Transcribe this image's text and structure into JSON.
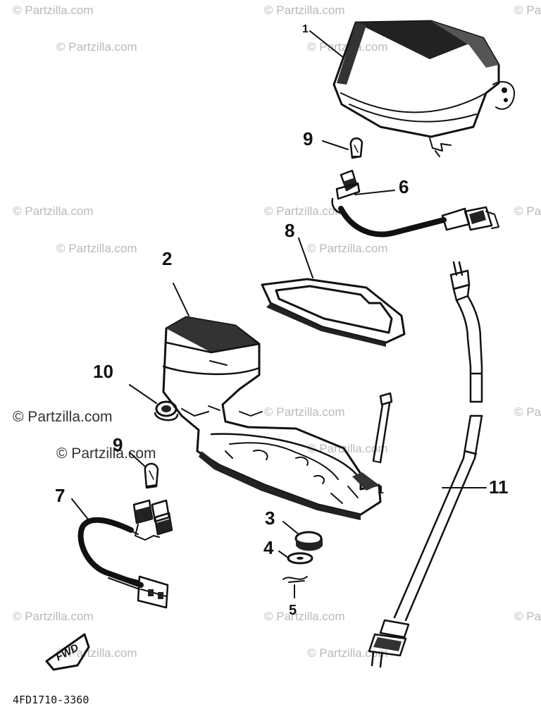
{
  "diagram": {
    "callouts": [
      {
        "id": "c1",
        "label": "1"
      },
      {
        "id": "c9a",
        "label": "9"
      },
      {
        "id": "c6",
        "label": "6"
      },
      {
        "id": "c8",
        "label": "8"
      },
      {
        "id": "c2",
        "label": "2"
      },
      {
        "id": "c10",
        "label": "10"
      },
      {
        "id": "c9b",
        "label": "9"
      },
      {
        "id": "c7",
        "label": "7"
      },
      {
        "id": "c3",
        "label": "3"
      },
      {
        "id": "c4",
        "label": "4"
      },
      {
        "id": "c5",
        "label": "5"
      },
      {
        "id": "c11",
        "label": "11"
      },
      {
        "id": "c1b",
        "label": "1"
      }
    ],
    "fwd_label": "FWD",
    "part_code": "4FD1710-3360",
    "watermark": "© Partzilla.com"
  }
}
